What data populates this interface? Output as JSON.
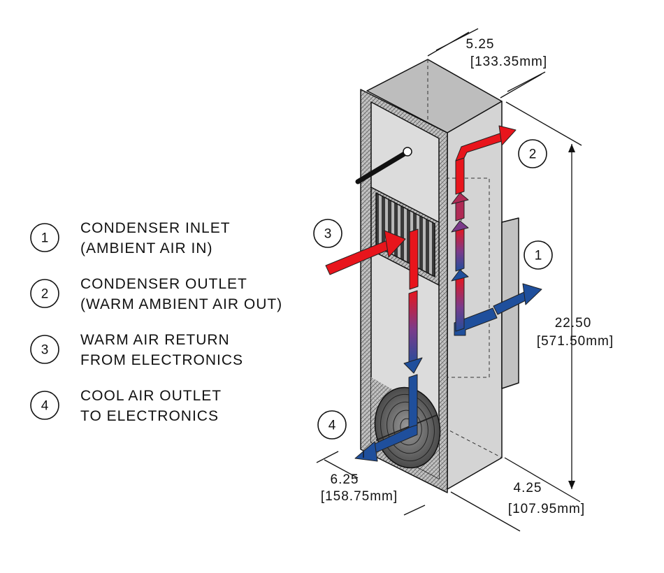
{
  "legend": {
    "items": [
      {
        "number": "1",
        "line1": "CONDENSER INLET",
        "line2": "(AMBIENT AIR IN)"
      },
      {
        "number": "2",
        "line1": "CONDENSER OUTLET",
        "line2": "(WARM AMBIENT AIR OUT)"
      },
      {
        "number": "3",
        "line1": "WARM AIR RETURN",
        "line2": "FROM ELECTRONICS"
      },
      {
        "number": "4",
        "line1": "COOL AIR OUTLET",
        "line2": "TO ELECTRONICS"
      }
    ]
  },
  "dimensions": {
    "depth_top": {
      "value": "5.25",
      "metric": "[133.35mm]"
    },
    "height": {
      "value": "22.50",
      "metric": "[571.50mm]"
    },
    "width": {
      "value": "6.25",
      "metric": "[158.75mm]"
    },
    "depth_bottom": {
      "value": "4.25",
      "metric": "[107.95mm]"
    }
  },
  "callouts": {
    "c1": "1",
    "c2": "2",
    "c3": "3",
    "c4": "4"
  },
  "colors": {
    "warm_air": "#e8151c",
    "cool_air": "#1f4f9c",
    "housing": "#d2d2d2",
    "insulation": "#b0b0b0"
  }
}
